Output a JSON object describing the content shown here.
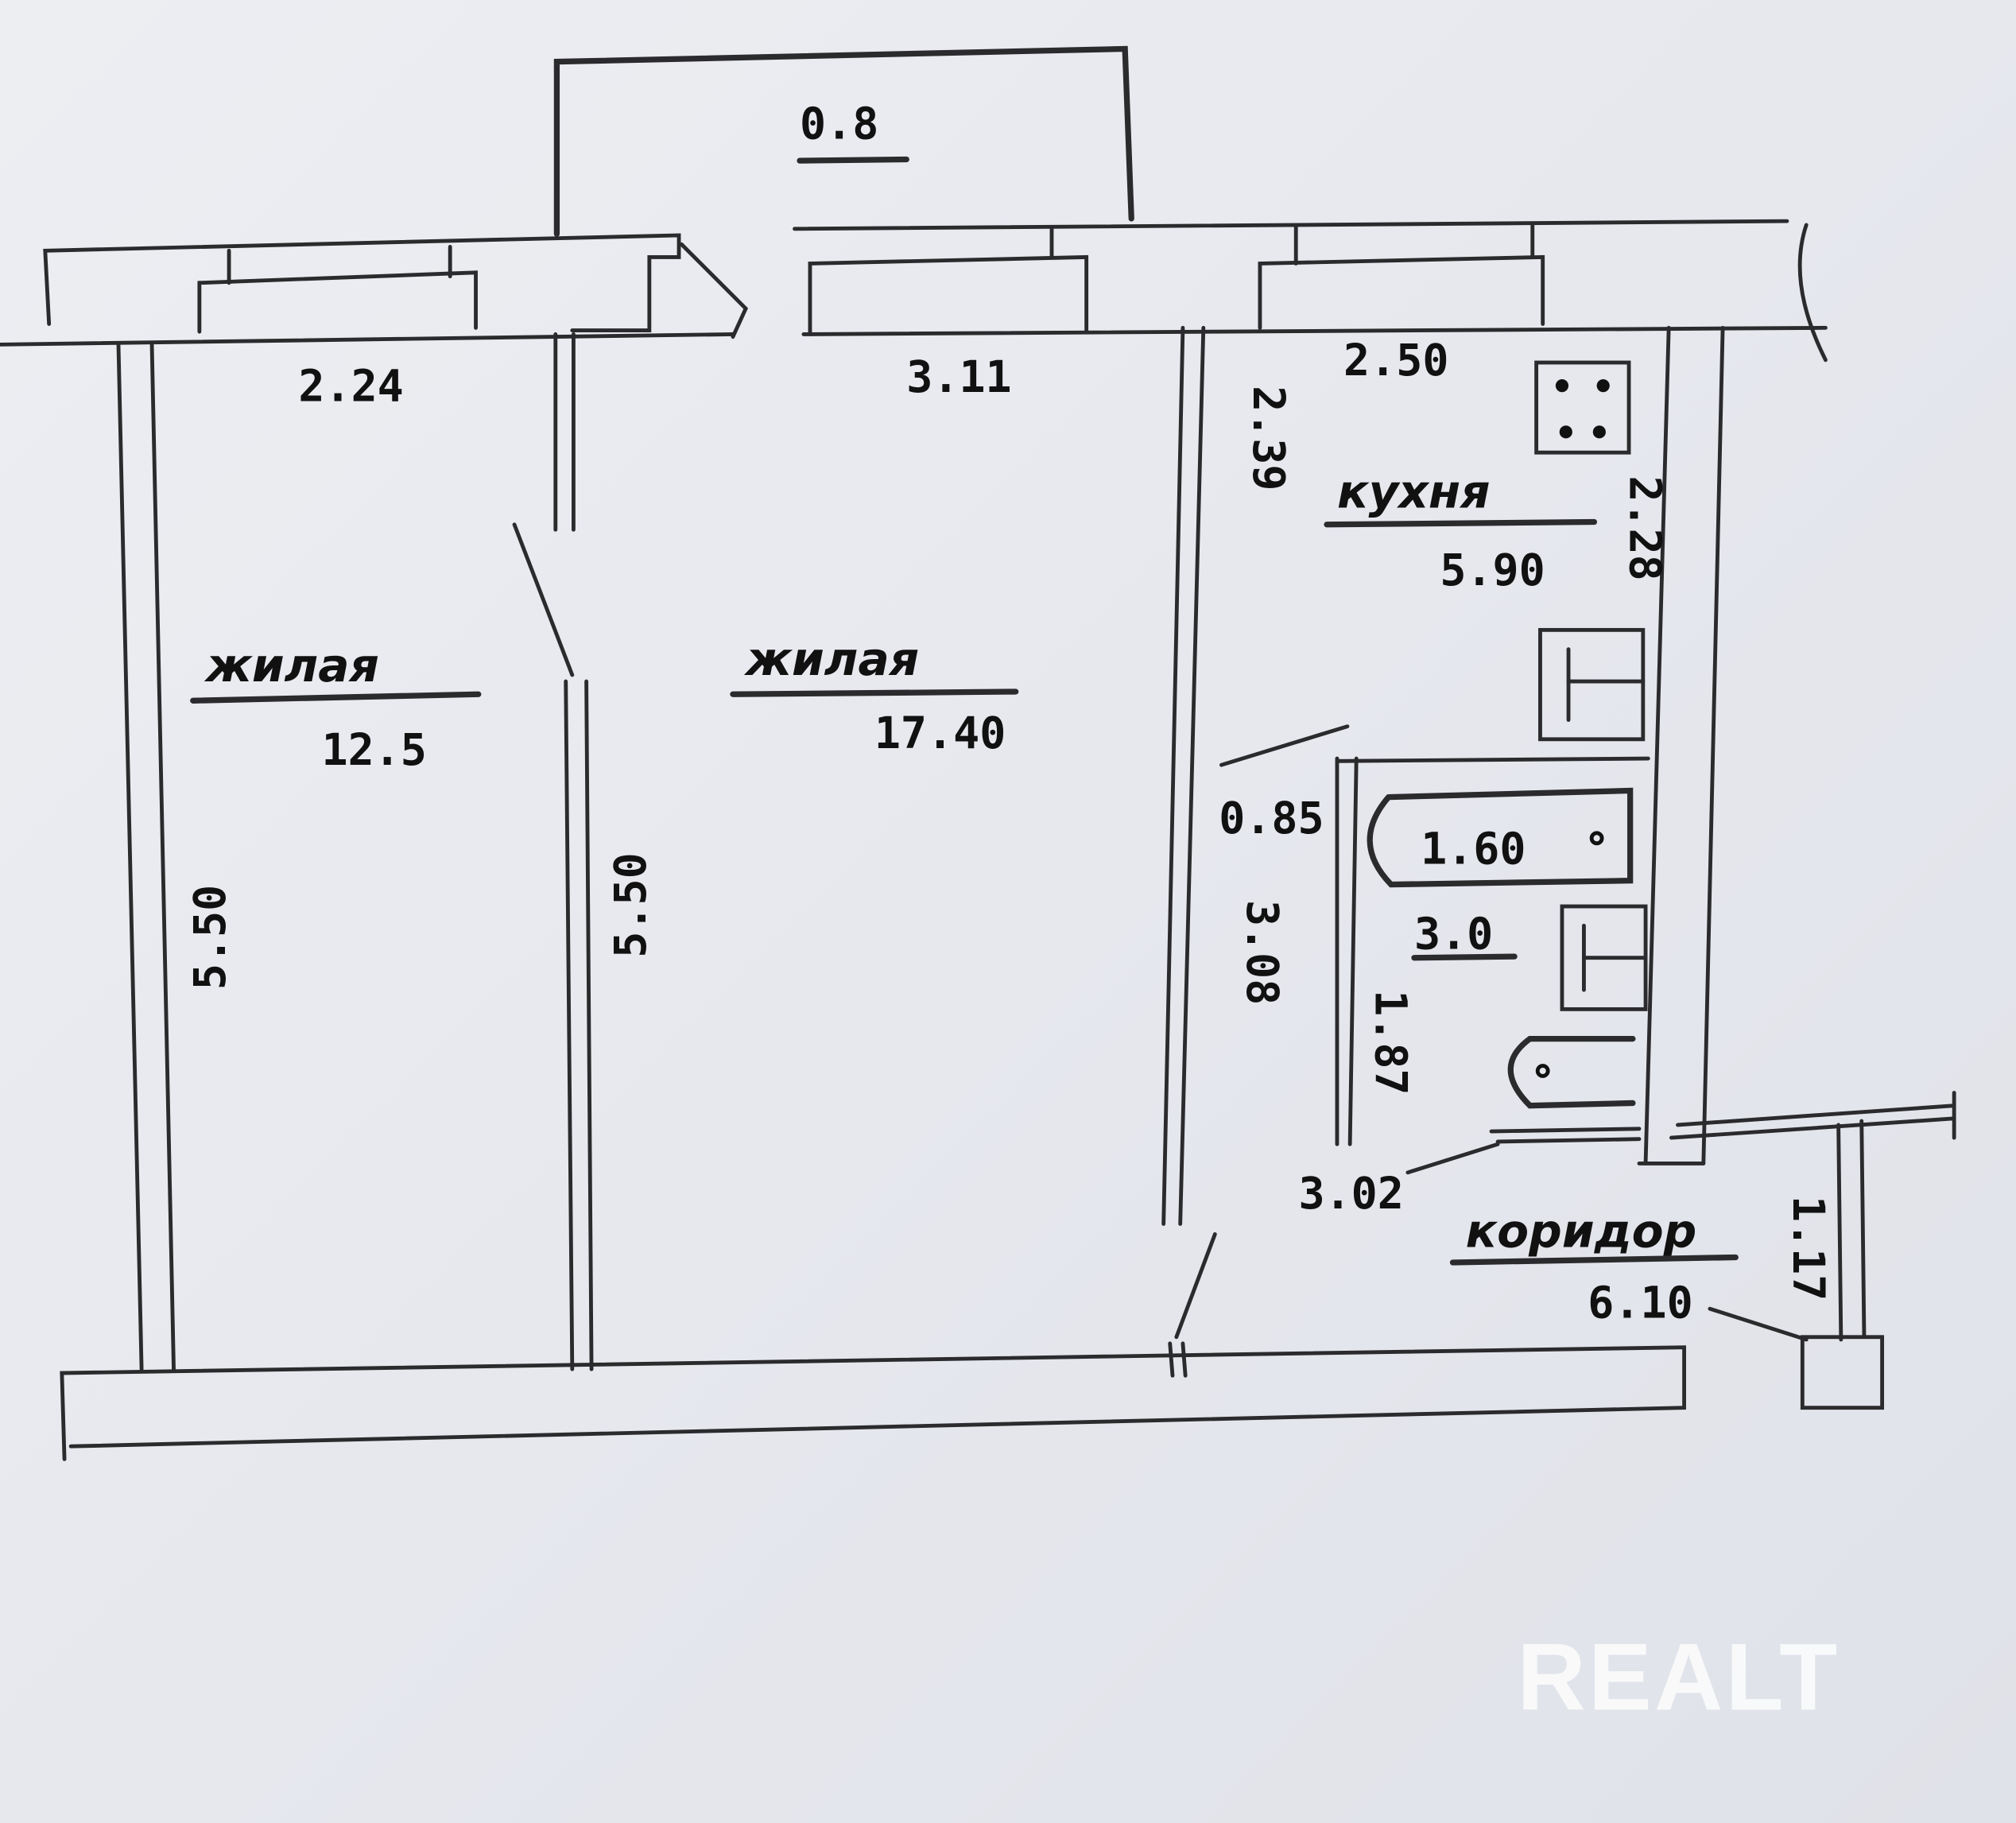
{
  "balcony": {
    "area": "0.8"
  },
  "rooms": [
    {
      "name": "жилая",
      "area": "12.5",
      "width": "2.24",
      "length": "5.50"
    },
    {
      "name": "жилая",
      "area": "17.40",
      "width": "3.11",
      "length": "5.50"
    },
    {
      "name": "кухня",
      "area": "5.90",
      "width": "2.50",
      "length_left": "2.39",
      "length_right": "2.28"
    },
    {
      "name": "коридор",
      "area": "6.10",
      "side": "1.17"
    }
  ],
  "bathroom": {
    "area": "3.0",
    "toilet_area": "1.60",
    "door": "0.85",
    "length": "1.87",
    "wall": "3.08",
    "pointer": "3.02"
  },
  "watermark": "REALT"
}
